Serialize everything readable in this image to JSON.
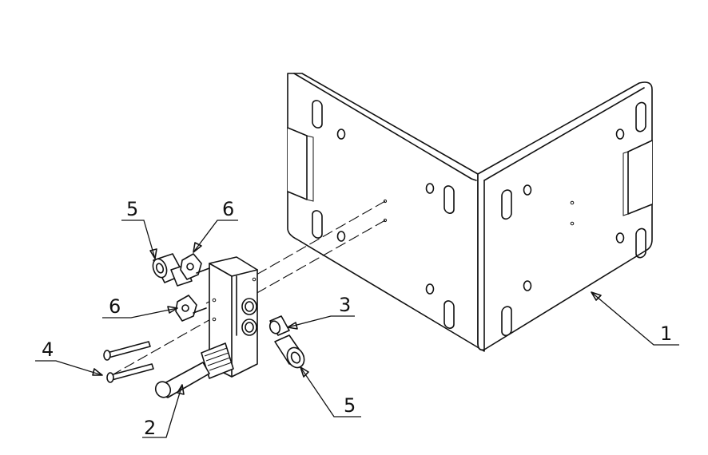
{
  "callouts": [
    {
      "id": "c1",
      "label": "1"
    },
    {
      "id": "c2",
      "label": "2"
    },
    {
      "id": "c3",
      "label": "3"
    },
    {
      "id": "c4",
      "label": "4"
    },
    {
      "id": "c5a",
      "label": "5"
    },
    {
      "id": "c5b",
      "label": "5"
    },
    {
      "id": "c6a",
      "label": "6"
    },
    {
      "id": "c6b",
      "label": "6"
    }
  ]
}
